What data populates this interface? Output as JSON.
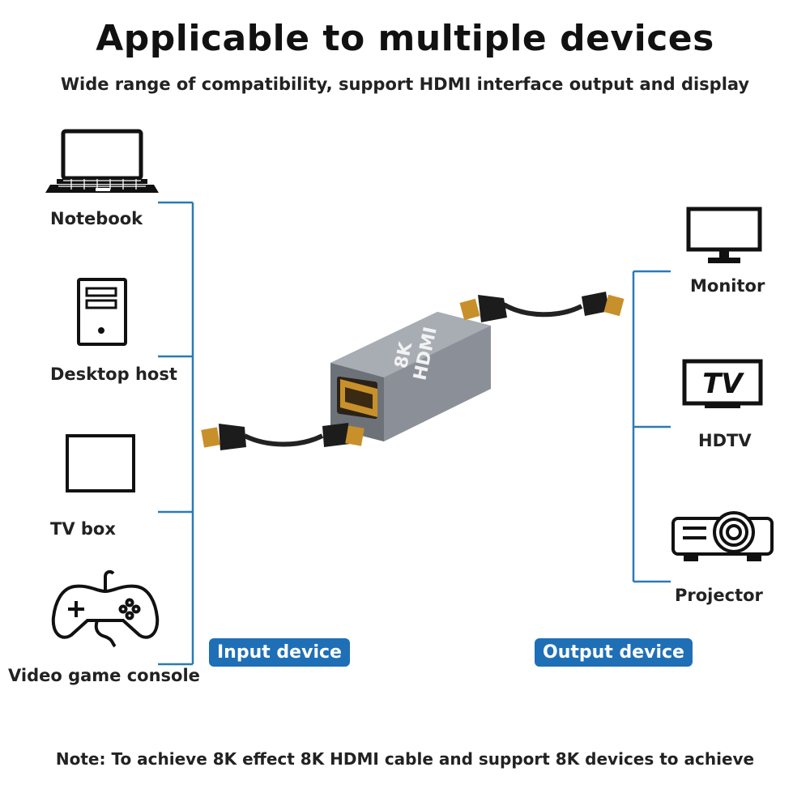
{
  "header": {
    "title": "Applicable to multiple devices",
    "subtitle": "Wide range of compatibility, support HDMI interface output and display"
  },
  "input_devices": [
    {
      "label": "Notebook",
      "icon": "laptop-icon"
    },
    {
      "label": "Desktop host",
      "icon": "desktop-tower-icon"
    },
    {
      "label": "TV box",
      "icon": "tv-box-icon"
    },
    {
      "label": "Video game console",
      "icon": "gamepad-icon"
    }
  ],
  "output_devices": [
    {
      "label": "Monitor",
      "icon": "monitor-icon"
    },
    {
      "label": "HDTV",
      "icon": "tv-icon"
    },
    {
      "label": "Projector",
      "icon": "projector-icon"
    }
  ],
  "tags": {
    "input": "Input device",
    "output": "Output device"
  },
  "adapter": {
    "top_text": "8K",
    "brand_text": "HDMI"
  },
  "tv_icon_text": "TV",
  "footer": {
    "note": "Note: To achieve 8K effect 8K HDMI cable and support 8K devices to achieve"
  },
  "colors": {
    "connector_line": "#2a7ab8",
    "tag_bg": "#1f6fb7",
    "adapter_body": "#8b9098",
    "port_gold": "#c8902a"
  }
}
